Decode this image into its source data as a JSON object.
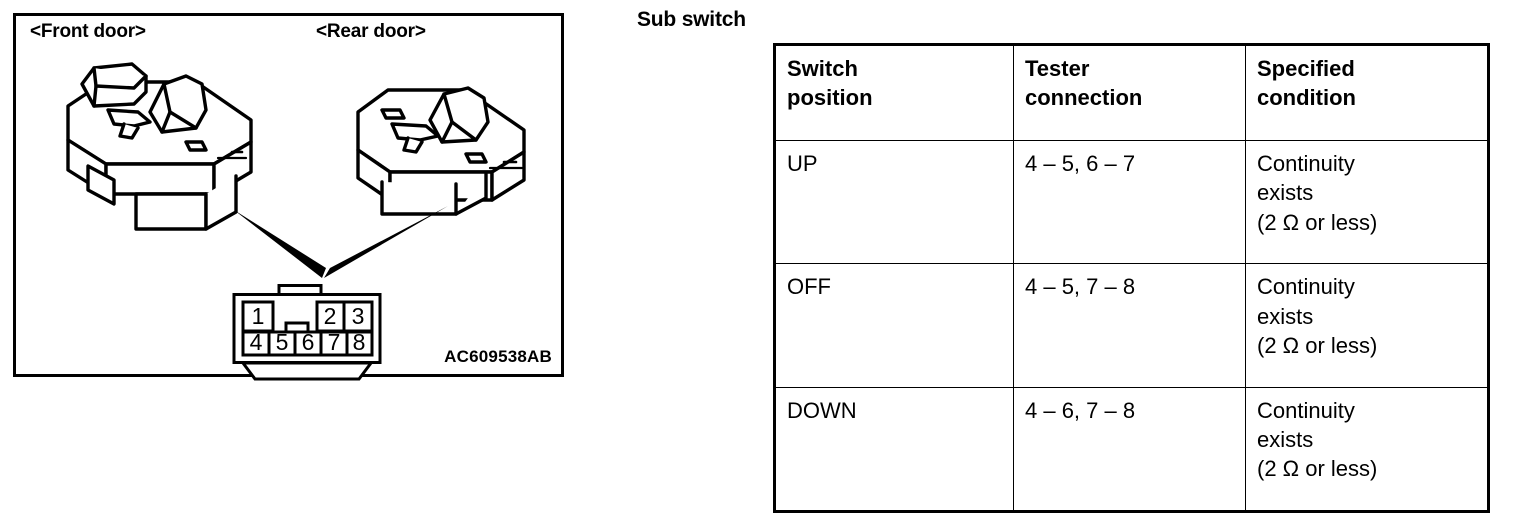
{
  "diagram": {
    "front_door_label": "<Front door>",
    "rear_door_label": "<Rear door>",
    "reference_code": "AC609538AB",
    "connector": {
      "top_row": [
        "1",
        "2",
        "3"
      ],
      "bottom_row": [
        "4",
        "5",
        "6",
        "7",
        "8"
      ]
    }
  },
  "table_section": {
    "title": "Sub switch",
    "headers": [
      {
        "line1": "Switch",
        "line2": "position"
      },
      {
        "line1": "Tester",
        "line2": "connection"
      },
      {
        "line1": "Specified",
        "line2": "condition"
      }
    ],
    "rows": [
      {
        "switch_position": "UP",
        "tester_connection": "4 – 5, 6 – 7",
        "condition_line1": "Continuity",
        "condition_line2": "exists",
        "condition_line3": "(2 Ω or less)"
      },
      {
        "switch_position": "OFF",
        "tester_connection": "4 – 5, 7 – 8",
        "condition_line1": "Continuity",
        "condition_line2": "exists",
        "condition_line3": "(2 Ω or less)"
      },
      {
        "switch_position": "DOWN",
        "tester_connection": "4 – 6, 7 – 8",
        "condition_line1": "Continuity",
        "condition_line2": "exists",
        "condition_line3": "(2 Ω or less)"
      }
    ]
  },
  "colors": {
    "line": "#000000",
    "background": "#ffffff"
  }
}
